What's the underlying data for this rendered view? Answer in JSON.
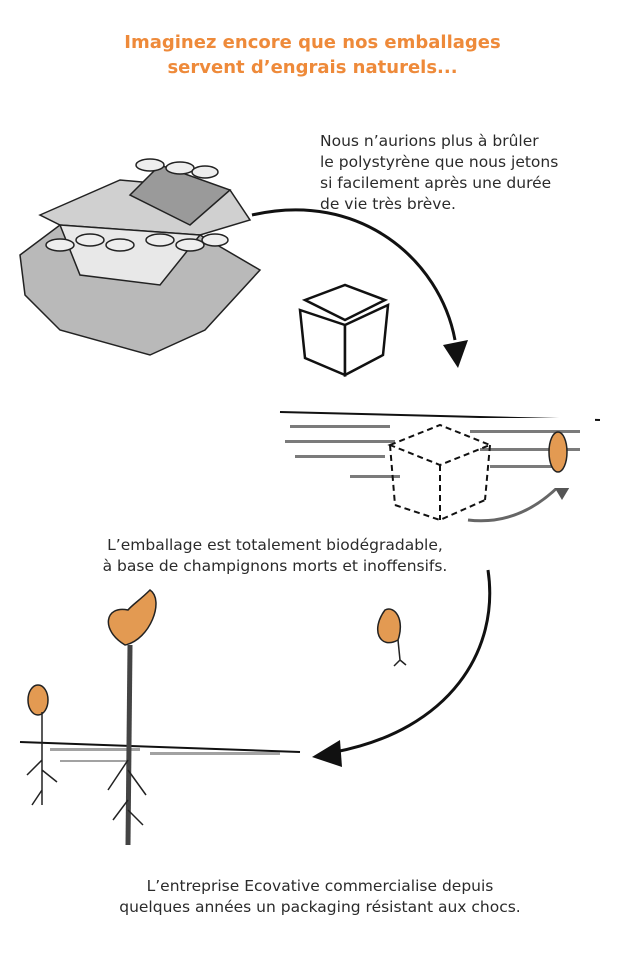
{
  "title": {
    "line1": "Imaginez encore que nos emballages",
    "line2": "servent d’engrais naturels..."
  },
  "captions": {
    "polystyrene": {
      "lines": [
        "Nous n’aurions plus à brûler",
        "le polystyrène que nous jetons",
        "si facilement après une durée",
        "de vie très brève."
      ]
    },
    "biodegradable": {
      "lines": [
        "L’emballage est totalement biodégradable,",
        "à base de champignons morts et inoffensifs."
      ]
    },
    "ecovative": {
      "lines": [
        "L’entreprise Ecovative commercialise depuis",
        "quelques années un packaging résistant aux chocs."
      ]
    }
  },
  "colors": {
    "accent": "#ee8a3a",
    "text": "#2b2b2b",
    "packaging": "#b9b9b9",
    "seed": "#e39a52"
  }
}
